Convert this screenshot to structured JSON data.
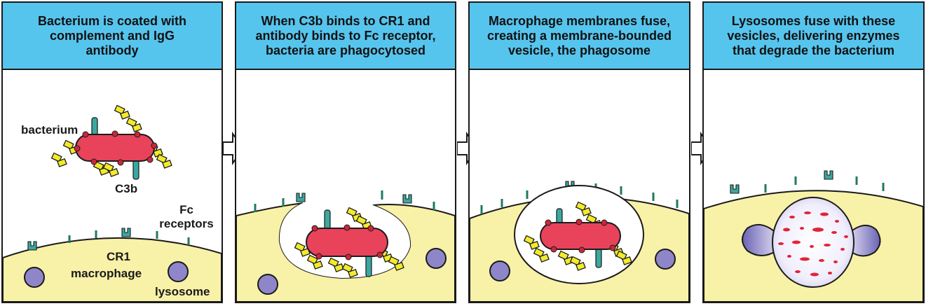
{
  "panels": [
    {
      "title": "Bacterium is coated with\ncomplement and IgG\nantibody"
    },
    {
      "title": "When C3b binds to CR1 and\nantibody binds to Fc receptor,\nbacteria are phagocytosed"
    },
    {
      "title": "Macrophage membranes fuse,\ncreating a membrane-bounded\nvesicle, the phagosome"
    },
    {
      "title": "Lysosomes fuse with these\nvesicles, delivering enzymes\nthat degrade the bacterium"
    }
  ],
  "labels": {
    "bacterium": "bacterium",
    "c3b": "C3b",
    "fc_receptors_line1": "Fc",
    "fc_receptors_line2": "receptors",
    "cr1": "CR1",
    "macrophage": "macrophage",
    "lysosome": "lysosome"
  },
  "colors": {
    "header": "#56c5ee",
    "macrophage": "#f8f1a8",
    "bacterium": "#e8435a",
    "antibody": "#f3ea2a",
    "receptor": "#3aa8a0",
    "lysosome": "#8f86c9",
    "digest_spots": "#e2233a"
  }
}
